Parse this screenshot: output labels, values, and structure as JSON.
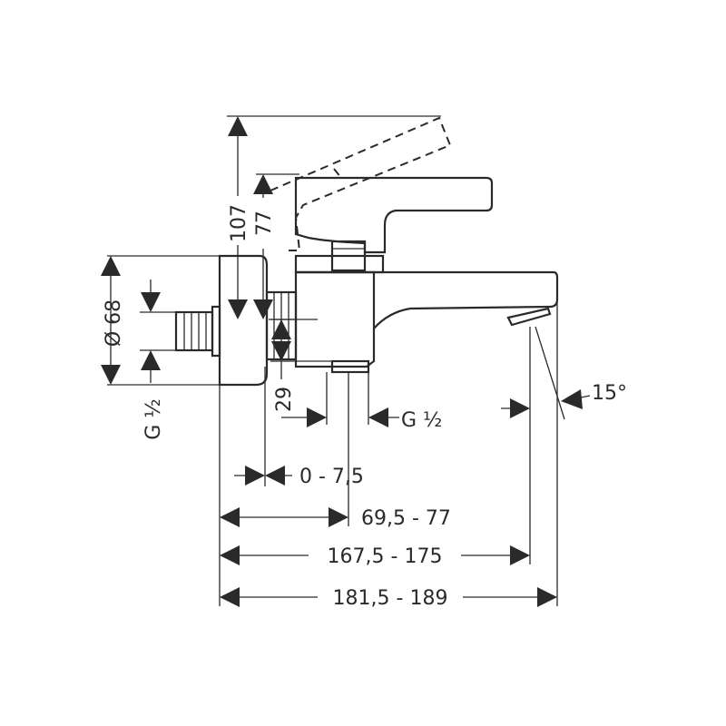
{
  "drawing": {
    "dimensions": {
      "total_length": "181,5 - 189",
      "spout_length": "167,5 - 175",
      "outlet_offset": "69,5 - 77",
      "wall_adjust": "0 - 7,5",
      "outlet_thread": "G ½",
      "inlet_thread": "G ½",
      "rosette_diameter": "Ø 68",
      "outlet_height": "29",
      "handle_height": "77",
      "handle_open_height": "107",
      "spout_angle": "15°"
    }
  }
}
